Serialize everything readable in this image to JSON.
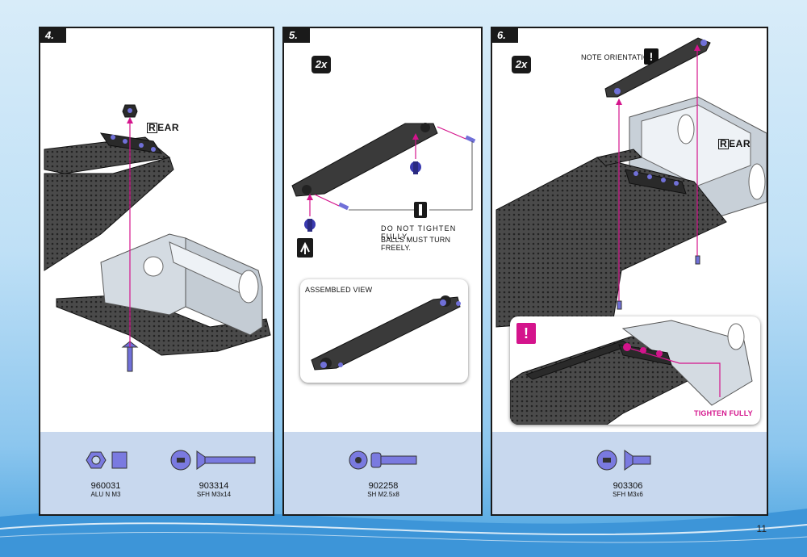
{
  "steps": [
    {
      "number": "4.",
      "rear_label": "EAR",
      "rear_cap": "R",
      "parts": [
        {
          "code": "960031",
          "name": "ALU N M3"
        },
        {
          "code": "903314",
          "name": "SFH M3x14"
        }
      ]
    },
    {
      "number": "5.",
      "multiplier": "2x",
      "note_line1": "DO NOT TIGHTEN FULLY,",
      "note_line2": "BALLS MUST TURN FREELY.",
      "inset_title": "ASSEMBLED VIEW",
      "parts": [
        {
          "code": "902258",
          "name": "SH M2.5x8"
        }
      ]
    },
    {
      "number": "6.",
      "multiplier": "2x",
      "note_orientation": "NOTE ORIENTATION",
      "warn_symbol": "!",
      "rear_label": "EAR",
      "rear_cap": "R",
      "tighten_label": "TIGHTEN FULLY",
      "parts": [
        {
          "code": "903306",
          "name": "SFH M3x6"
        }
      ]
    }
  ],
  "page_number": "11",
  "colors": {
    "accent": "#d4148c",
    "parts_bg": "#c8d8ee",
    "hardware": "#7070d8",
    "carbon": "#3a3a3a"
  }
}
